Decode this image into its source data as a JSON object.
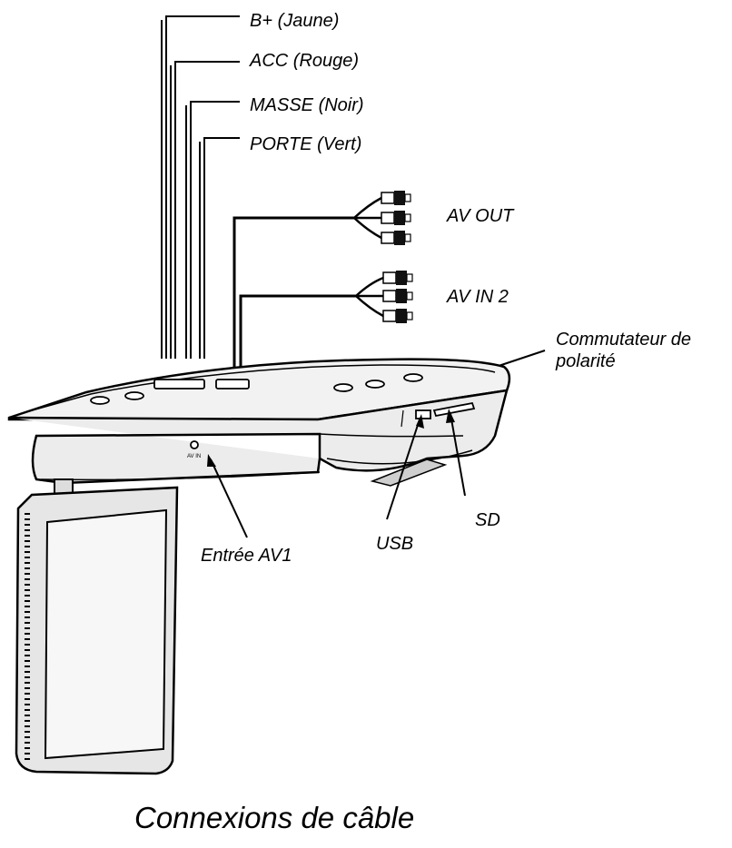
{
  "labels": {
    "b_plus": "B+ (Jaune)",
    "acc": "ACC (Rouge)",
    "masse": "MASSE (Noir)",
    "porte": "PORTE (Vert)",
    "av_out": "AV OUT",
    "av_in_2": "AV IN 2",
    "commutateur_line1": "Commutateur de",
    "commutateur_line2": "polarité",
    "entree_av1": "Entrée AV1",
    "usb": "USB",
    "sd": "SD"
  },
  "caption": "Connexions de câble"
}
